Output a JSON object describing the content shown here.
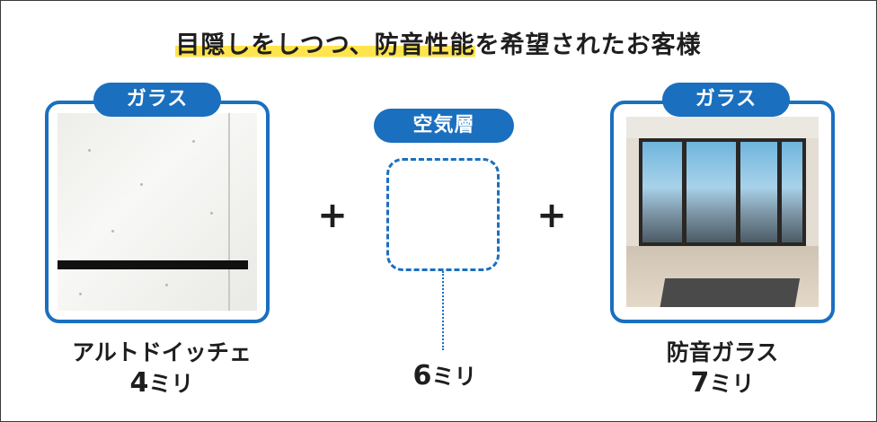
{
  "title": {
    "highlight": "目隠しをしつつ、防音性能",
    "rest": "を希望されたお客様"
  },
  "left": {
    "tag": "ガラス",
    "name": "アルトドイッチェ",
    "thickness_num": "4",
    "thickness_unit": "ミリ"
  },
  "middle": {
    "tag": "空気層",
    "thickness_num": "6",
    "thickness_unit": "ミリ"
  },
  "right": {
    "tag": "ガラス",
    "name": "防音ガラス",
    "thickness_num": "7",
    "thickness_unit": "ミリ"
  },
  "operators": {
    "plus": "+"
  },
  "colors": {
    "accent_blue": "#1a6fbf",
    "highlight_yellow": "#ffe44d"
  },
  "icons": {
    "left_image": "frosted-glass-photo",
    "right_image": "room-window-photo"
  }
}
